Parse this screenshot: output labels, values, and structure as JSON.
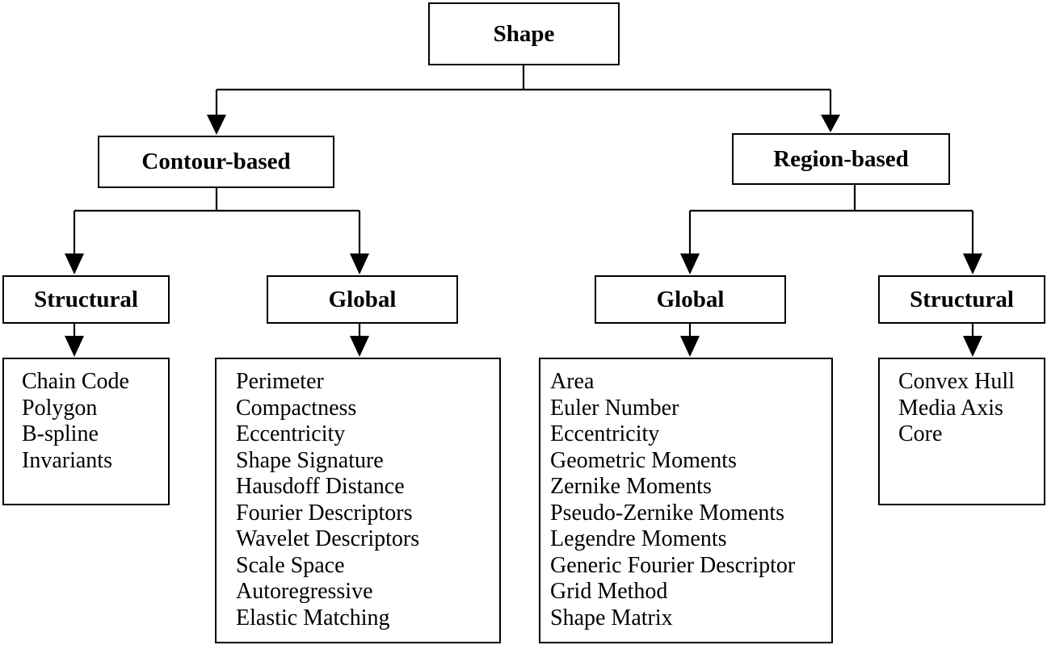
{
  "diagram": {
    "root": {
      "label": "Shape"
    },
    "contour": {
      "label": "Contour-based",
      "structural": {
        "label": "Structural",
        "items": [
          "Chain Code",
          "Polygon",
          "B-spline",
          "Invariants"
        ]
      },
      "global": {
        "label": "Global",
        "items": [
          "Perimeter",
          "Compactness",
          "Eccentricity",
          "Shape Signature",
          "Hausdoff Distance",
          "Fourier Descriptors",
          "Wavelet Descriptors",
          "Scale Space",
          "Autoregressive",
          "Elastic Matching"
        ]
      }
    },
    "region": {
      "label": "Region-based",
      "global": {
        "label": "Global",
        "items": [
          "Area",
          "Euler Number",
          "Eccentricity",
          "Geometric Moments",
          "Zernike Moments",
          "Pseudo-Zernike Moments",
          "Legendre Moments",
          "Generic Fourier Descriptor",
          "Grid Method",
          "Shape Matrix"
        ]
      },
      "structural": {
        "label": "Structural",
        "items": [
          "Convex Hull",
          "Media Axis",
          "Core"
        ]
      }
    }
  }
}
